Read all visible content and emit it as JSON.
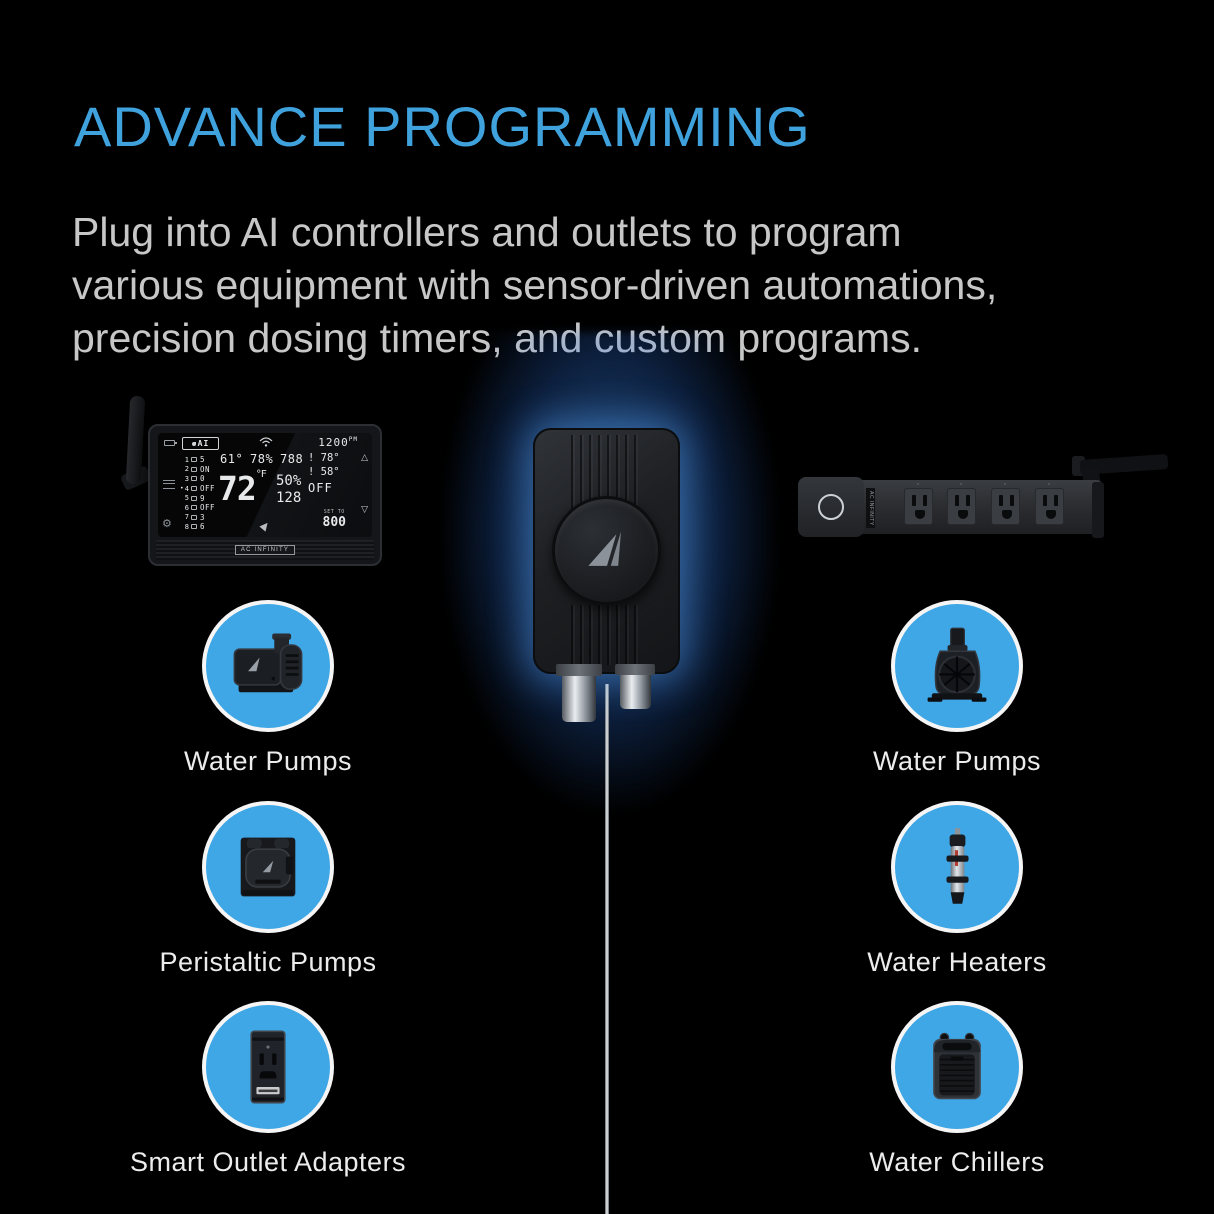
{
  "header": {
    "title": "ADVANCE PROGRAMMING"
  },
  "description": {
    "line1": "Plug into AI controllers and outlets to program",
    "line2": "various equipment with sensor-driven automations,",
    "line3": "precision dosing timers, and custom programs."
  },
  "controller": {
    "brand_badge": "AC INFINITY",
    "display": {
      "logo": "AI",
      "clock": "1200",
      "meridiem": "PM",
      "ports": [
        {
          "marker": "",
          "num": "1",
          "value": "5"
        },
        {
          "marker": "",
          "num": "2",
          "value": "ON"
        },
        {
          "marker": "",
          "num": "3",
          "value": "0"
        },
        {
          "marker": "•",
          "num": "4",
          "value": "OFF"
        },
        {
          "marker": "",
          "num": "5",
          "value": "9"
        },
        {
          "marker": "",
          "num": "6",
          "value": "OFF"
        },
        {
          "marker": "",
          "num": "7",
          "value": "3"
        },
        {
          "marker": "",
          "num": "8",
          "value": "6"
        }
      ],
      "reading_temp_small": "61°",
      "reading_humidity_small": "78%",
      "reading_extra": "788",
      "main_temp": "72",
      "main_temp_unit": "°F",
      "main_humidity": "50%",
      "main_extra": "128",
      "alert_high": "! 78°",
      "alert_low": "! 58°",
      "mode": "OFF",
      "set_label": "SET TO",
      "set_value": "800"
    }
  },
  "hub": {
    "logo_icon": "ac-infinity-swoosh-icon"
  },
  "power_strip": {
    "brand_label": "AC INFINITY",
    "outlet_count": 4
  },
  "items": {
    "left": [
      {
        "label": "Water Pumps",
        "icon": "inline-water-pump-icon"
      },
      {
        "label": "Peristaltic Pumps",
        "icon": "peristaltic-pump-icon"
      },
      {
        "label": "Smart Outlet Adapters",
        "icon": "smart-outlet-adapter-icon"
      }
    ],
    "right": [
      {
        "label": "Water Pumps",
        "icon": "submersible-water-pump-icon"
      },
      {
        "label": "Water Heaters",
        "icon": "water-heater-icon"
      },
      {
        "label": "Water Chillers",
        "icon": "water-chiller-icon"
      }
    ]
  },
  "colors": {
    "background": "#000000",
    "accent_blue_title": "#3fa2dd",
    "circle_blue": "#3fa7e6",
    "circle_ring": "#f5f5f5",
    "body_text": "#c7c7c7",
    "label_text": "#ececec",
    "hub_glow": "#4a9eff"
  }
}
